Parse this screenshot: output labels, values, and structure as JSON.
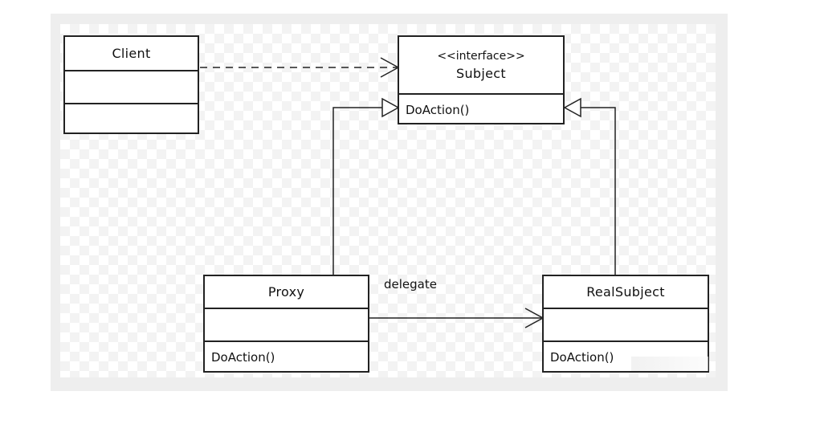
{
  "classes": {
    "client": {
      "name": "Client"
    },
    "subject": {
      "stereotype": "<<interface>>",
      "name": "Subject",
      "operation": "DoAction()"
    },
    "proxy": {
      "name": "Proxy",
      "operation": "DoAction()"
    },
    "real_subject": {
      "name": "RealSubject",
      "operation": "DoAction()"
    }
  },
  "relations": {
    "delegate_label": "delegate"
  },
  "colors": {
    "line": "#222222",
    "frame": "#eeeeee"
  }
}
